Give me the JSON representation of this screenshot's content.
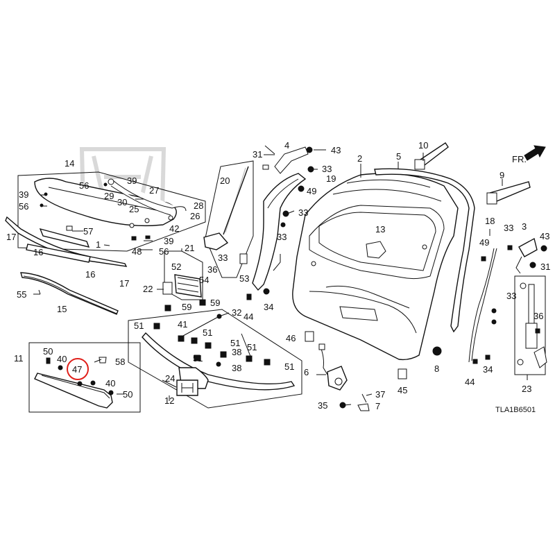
{
  "diagram": {
    "code": "TLA1B6501",
    "direction_label": "FR.",
    "highlighted_part": "47",
    "highlight_color": "#e0201b",
    "watermark": "honda-logo",
    "callouts": {
      "c1": "1",
      "c2": "2",
      "c3": "3",
      "c4": "4",
      "c5": "5",
      "c6": "6",
      "c7": "7",
      "c8": "8",
      "c9": "9",
      "c10": "10",
      "c11": "11",
      "c12": "12",
      "c13": "13",
      "c14": "14",
      "c15": "15",
      "c16a": "16",
      "c16b": "16",
      "c17a": "17",
      "c17b": "17",
      "c18": "18",
      "c19": "19",
      "c20": "20",
      "c21": "21",
      "c22": "22",
      "c23": "23",
      "c24": "24",
      "c25": "25",
      "c26": "26",
      "c27": "27",
      "c28": "28",
      "c29": "29",
      "c30": "30",
      "c31a": "31",
      "c31b": "31",
      "c32": "32",
      "c33a": "33",
      "c33b": "33",
      "c33c": "33",
      "c33d": "33",
      "c33e": "33",
      "c33f": "33",
      "c34a": "34",
      "c34b": "34",
      "c35": "35",
      "c36a": "36",
      "c36b": "36",
      "c37": "37",
      "c38a": "38",
      "c38b": "38",
      "c39a": "39",
      "c39b": "39",
      "c39c": "39",
      "c40a": "40",
      "c40b": "40",
      "c41": "41",
      "c42": "42",
      "c43a": "43",
      "c43b": "43",
      "c44a": "44",
      "c44b": "44",
      "c45": "45",
      "c46": "46",
      "c47": "47",
      "c48": "48",
      "c49a": "49",
      "c49b": "49",
      "c50a": "50",
      "c50b": "50",
      "c51a": "51",
      "c51b": "51",
      "c51c": "51",
      "c51d": "51",
      "c51e": "51",
      "c51f": "51",
      "c52": "52",
      "c53": "53",
      "c54": "54",
      "c55": "55",
      "c56a": "56",
      "c56b": "56",
      "c56c": "56",
      "c57": "57",
      "c58": "58",
      "c59a": "59",
      "c59b": "59"
    }
  }
}
